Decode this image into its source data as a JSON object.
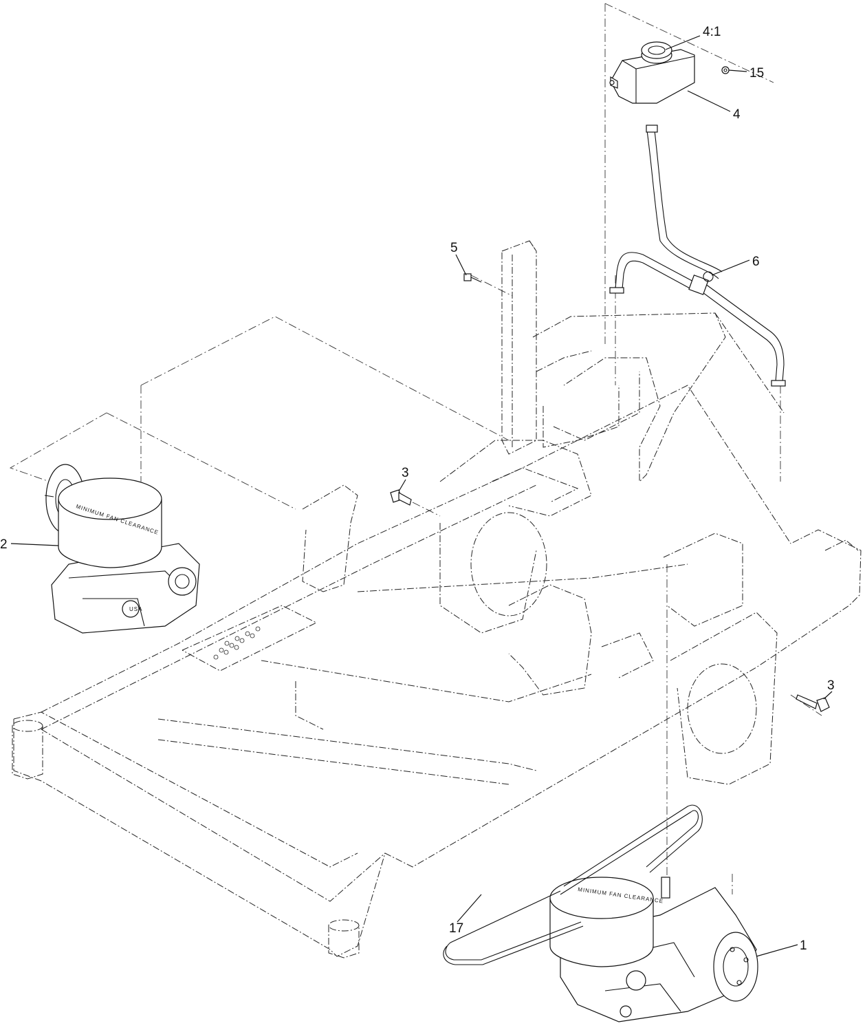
{
  "callouts": [
    {
      "id": "c-4-1",
      "label": "4:1"
    },
    {
      "id": "c-15",
      "label": "15"
    },
    {
      "id": "c-4",
      "label": "4"
    },
    {
      "id": "c-5",
      "label": "5"
    },
    {
      "id": "c-6",
      "label": "6"
    },
    {
      "id": "c-3a",
      "label": "3"
    },
    {
      "id": "c-2",
      "label": "2"
    },
    {
      "id": "c-3b",
      "label": "3"
    },
    {
      "id": "c-17",
      "label": "17"
    },
    {
      "id": "c-1",
      "label": "1"
    }
  ],
  "imprints": {
    "fan_clearance": "MINIMUM FAN CLEARANCE",
    "badge": "USA"
  }
}
